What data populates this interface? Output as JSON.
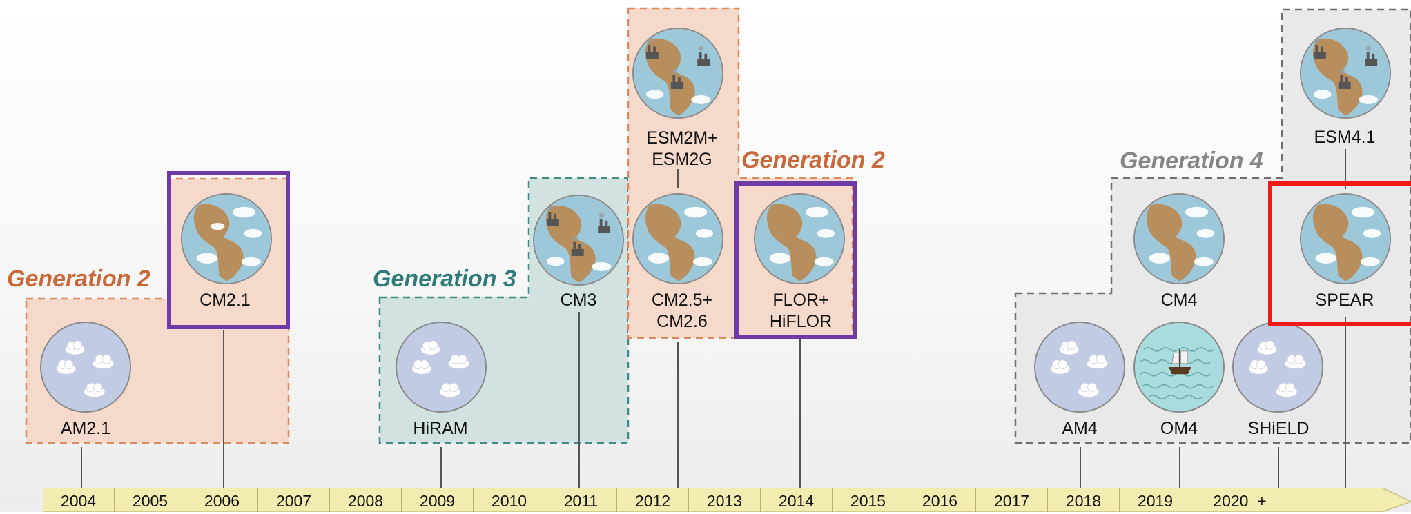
{
  "title": "",
  "colors": {
    "gen2_fill": "#f5d9cb",
    "gen2_border": "#d98a5e",
    "gen2_text": "#c9683a",
    "gen3_fill": "#d2e2e0",
    "gen3_border": "#3f8b8a",
    "gen3_text": "#2e7b7a",
    "gen4_fill": "#e9e9e9",
    "gen4_border": "#6f6f6f",
    "gen4_text": "#868686",
    "highlight_purple": "#6e3aa8",
    "highlight_red": "#ee1a1a",
    "timeline_fill": "#f2ecb0"
  },
  "generations": {
    "gen2_early": "Generation 2",
    "gen3": "Generation 3",
    "gen2_late": "Generation 2",
    "gen4": "Generation 4"
  },
  "models": [
    {
      "id": "am21",
      "label": "AM2.1",
      "icon": "atmosphere-icon",
      "year": 2004
    },
    {
      "id": "cm21",
      "label": "CM2.1",
      "icon": "earth-globe-icon",
      "year": 2006
    },
    {
      "id": "hiram",
      "label": "HiRAM",
      "icon": "atmosphere-icon",
      "year": 2009
    },
    {
      "id": "cm3",
      "label": "CM3",
      "icon": "earth-factory-globe-icon",
      "year": 2011
    },
    {
      "id": "esm2",
      "label_lines": [
        "ESM2M+",
        "ESM2G"
      ],
      "icon": "earth-factory-globe-icon",
      "year": 2012
    },
    {
      "id": "cm25",
      "label_lines": [
        "CM2.5+",
        "CM2.6"
      ],
      "icon": "earth-globe-icon",
      "year": 2012
    },
    {
      "id": "flor",
      "label_lines": [
        "FLOR+",
        "HiFLOR"
      ],
      "icon": "earth-globe-icon",
      "year": 2014
    },
    {
      "id": "am4",
      "label": "AM4",
      "icon": "atmosphere-icon",
      "year": 2018
    },
    {
      "id": "om4",
      "label": "OM4",
      "icon": "ocean-ship-icon",
      "year": 2019
    },
    {
      "id": "shield",
      "label": "SHiELD",
      "icon": "atmosphere-icon",
      "year": 2020
    },
    {
      "id": "cm4",
      "label": "CM4",
      "icon": "earth-globe-icon",
      "year": 2019
    },
    {
      "id": "spear",
      "label": "SPEAR",
      "icon": "earth-globe-icon",
      "year": 2020
    },
    {
      "id": "esm41",
      "label": "ESM4.1",
      "icon": "earth-factory-globe-icon",
      "year": 2020
    }
  ],
  "timeline": {
    "years": [
      "2004",
      "2005",
      "2006",
      "2007",
      "2008",
      "2009",
      "2010",
      "2011",
      "2012",
      "2013",
      "2014",
      "2015",
      "2016",
      "2017",
      "2018",
      "2019",
      "2020  +"
    ]
  }
}
